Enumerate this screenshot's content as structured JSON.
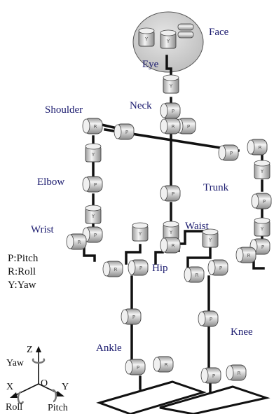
{
  "labels": {
    "face": "Face",
    "eye": "Eye",
    "neck": "Neck",
    "shoulder": "Shoulder",
    "elbow": "Elbow",
    "trunk": "Trunk",
    "wrist": "Wrist",
    "waist": "Waist",
    "hip": "Hip",
    "knee": "Knee",
    "ankle": "Ankle"
  },
  "legend": {
    "pitch": "P:Pitch",
    "roll": "R:Roll",
    "yaw": "Y:Yaw"
  },
  "axes": {
    "z": "Z",
    "x": "X",
    "y": "Y",
    "origin": "O",
    "yaw": "Yaw",
    "roll": "Roll",
    "pitch": "Pitch"
  },
  "joint_letters": {
    "pitch": "P",
    "roll": "R",
    "yaw": "Y"
  },
  "colors": {
    "label_text": "#1a1a6e",
    "head_sphere": "#d4d4d4",
    "joint_light": "#f2f2f2",
    "joint_dark": "#9a9a9a",
    "link": "#111111"
  }
}
